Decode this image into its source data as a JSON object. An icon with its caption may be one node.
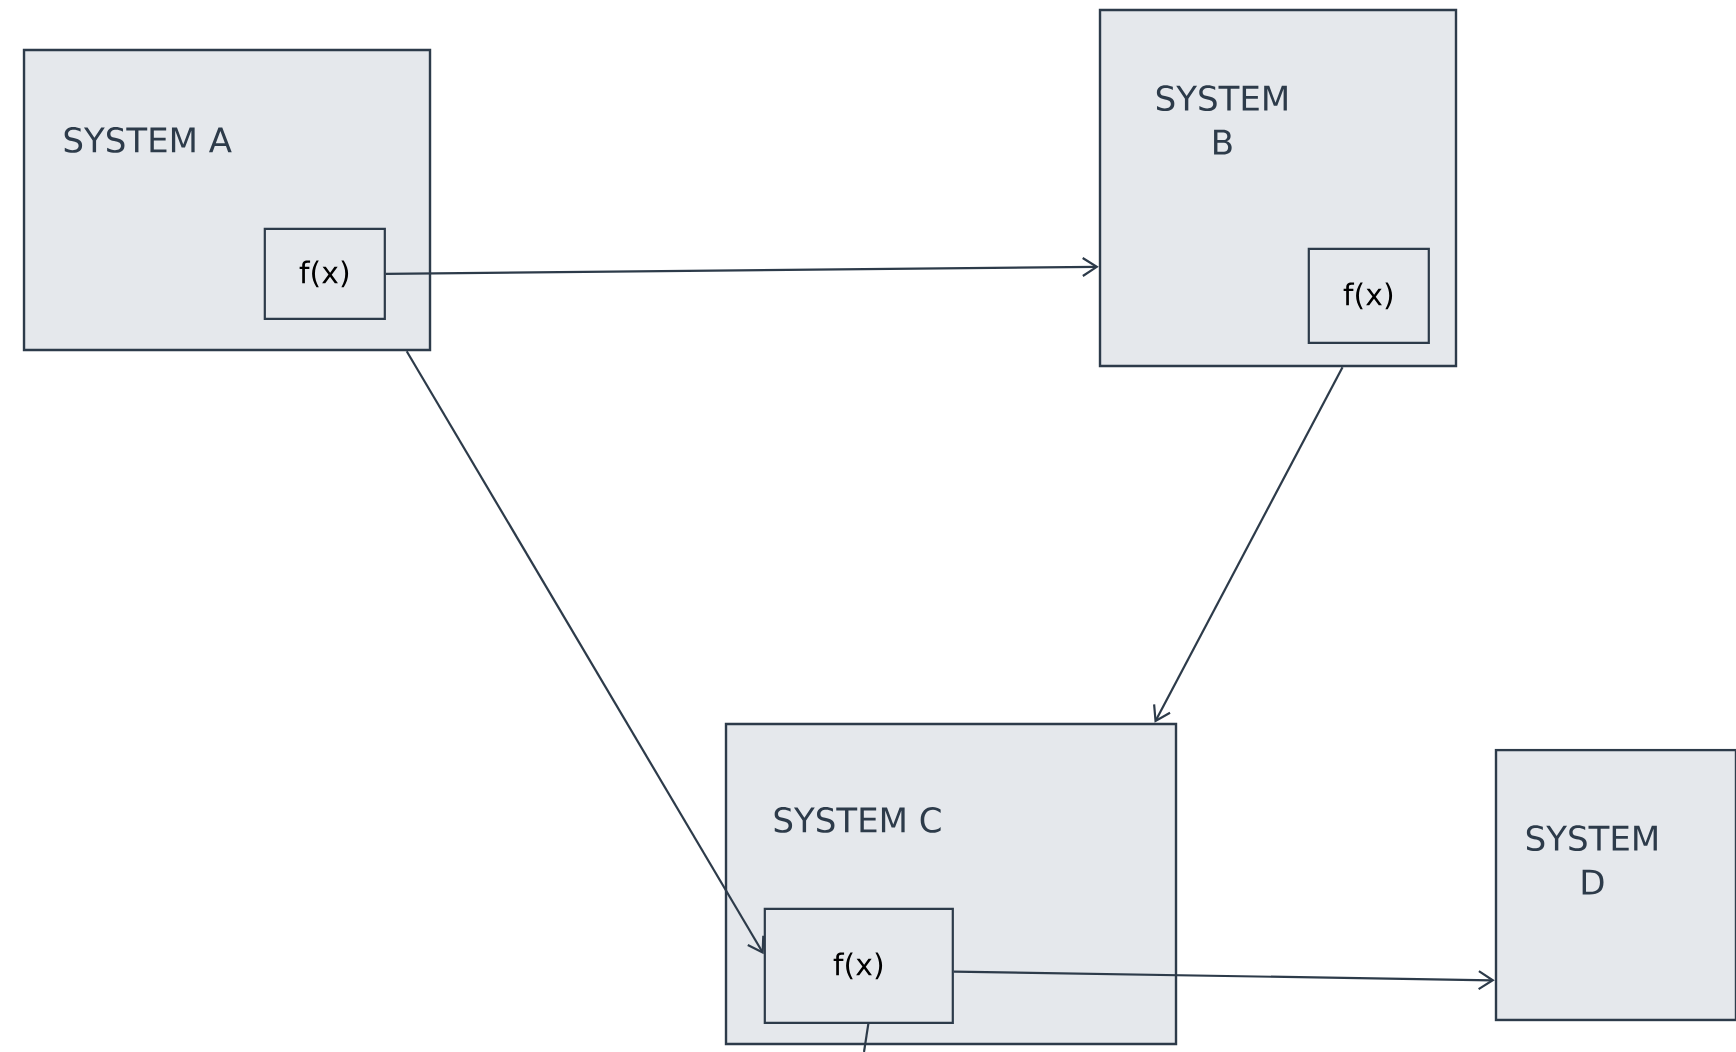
{
  "diagram": {
    "nodes": [
      {
        "text": [
          "SYSTEM A"
        ]
      },
      {
        "text": [
          "f(x)"
        ],
        "in": 0
      },
      {
        "text": [
          "SYSTEM B"
        ]
      },
      {
        "text": [
          "f(x)"
        ],
        "in": 2
      },
      {
        "text": [
          "SYSTEM C"
        ]
      },
      {
        "text": [
          "f(x)"
        ],
        "in": 4
      },
      {
        "text": [
          "SYSTEM D"
        ]
      }
    ],
    "edges": [
      {
        "from": 1,
        "to": 2,
        "arrow": "to"
      },
      {
        "from": 2,
        "to": 4,
        "arrow": "to"
      },
      {
        "from": 0,
        "to": 5,
        "arrow": "to"
      },
      {
        "from": 5,
        "to": 6,
        "arrow": "to"
      },
      {
        "from": 5,
        "to": null,
        "arrow": "none"
      }
    ]
  }
}
